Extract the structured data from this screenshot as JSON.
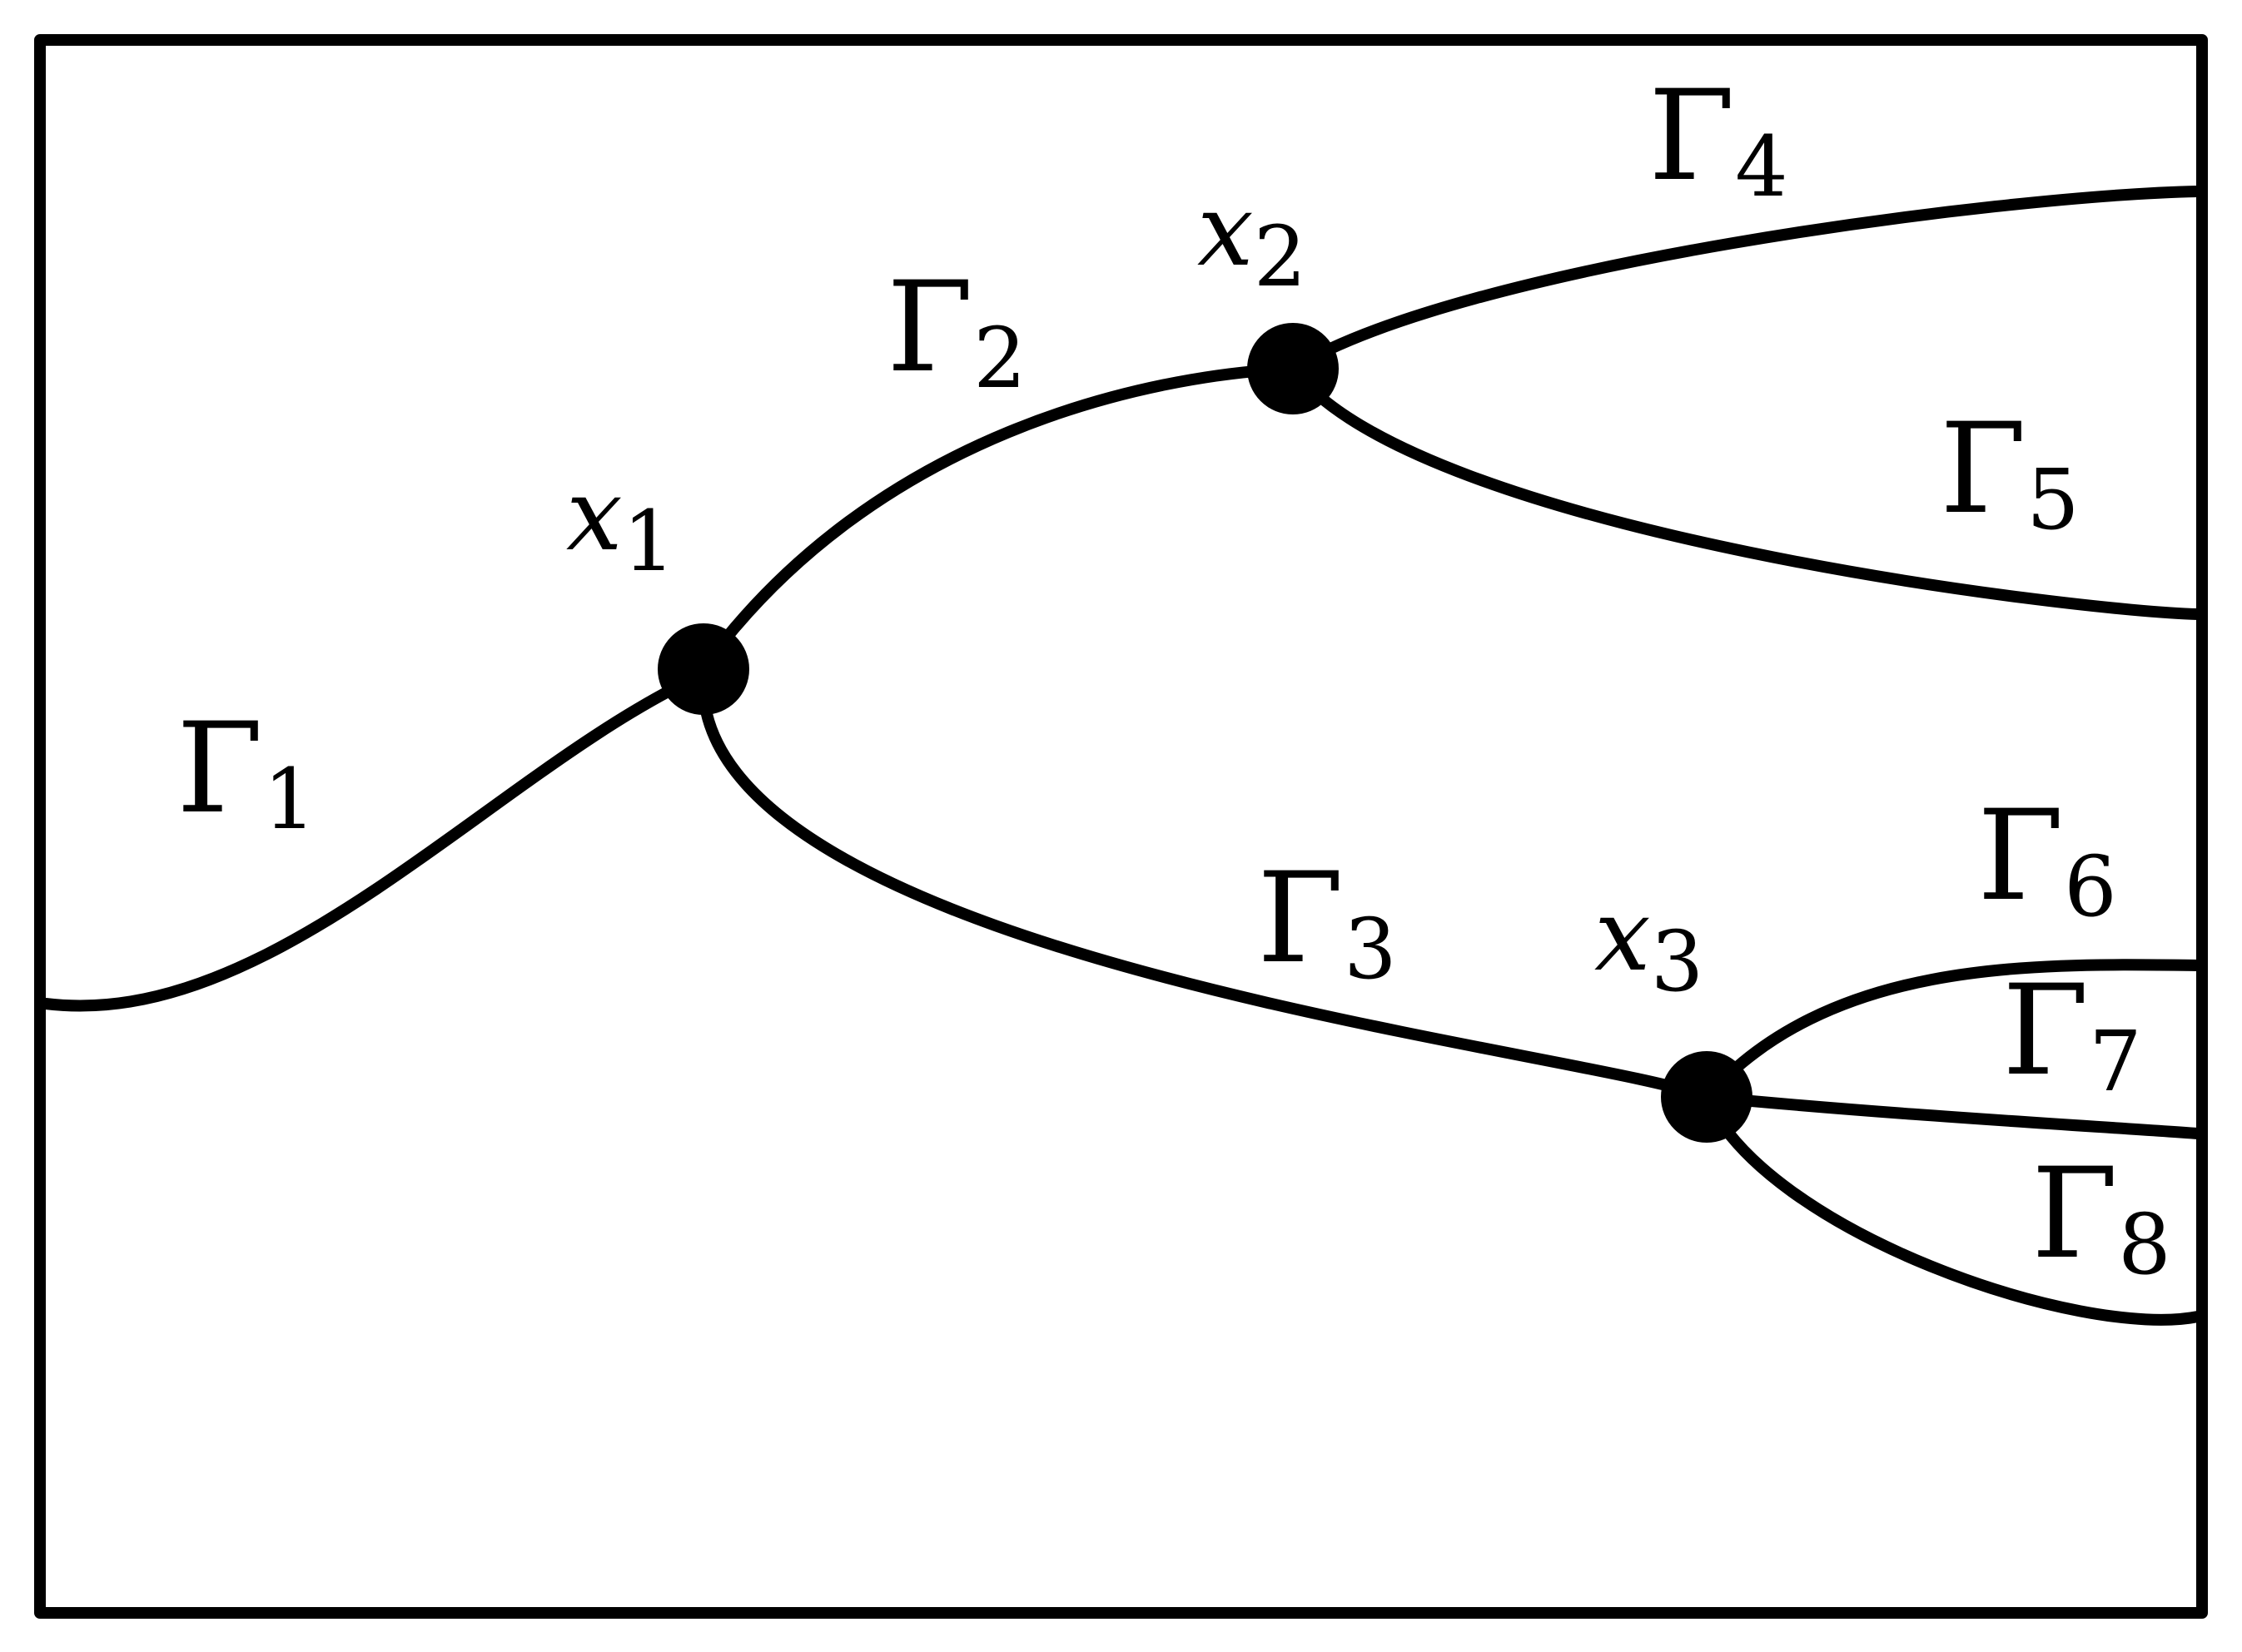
{
  "diagram": {
    "nodes": [
      {
        "id": "x1",
        "letter": "x",
        "index": "1"
      },
      {
        "id": "x2",
        "letter": "x",
        "index": "2"
      },
      {
        "id": "x3",
        "letter": "x",
        "index": "3"
      }
    ],
    "edges": [
      {
        "id": "g1",
        "letter": "Γ",
        "index": "1"
      },
      {
        "id": "g2",
        "letter": "Γ",
        "index": "2"
      },
      {
        "id": "g3",
        "letter": "Γ",
        "index": "3"
      },
      {
        "id": "g4",
        "letter": "Γ",
        "index": "4"
      },
      {
        "id": "g5",
        "letter": "Γ",
        "index": "5"
      },
      {
        "id": "g6",
        "letter": "Γ",
        "index": "6"
      },
      {
        "id": "g7",
        "letter": "Γ",
        "index": "7"
      },
      {
        "id": "g8",
        "letter": "Γ",
        "index": "8"
      }
    ],
    "colors": {
      "stroke": "#000000",
      "background": "#ffffff"
    }
  }
}
